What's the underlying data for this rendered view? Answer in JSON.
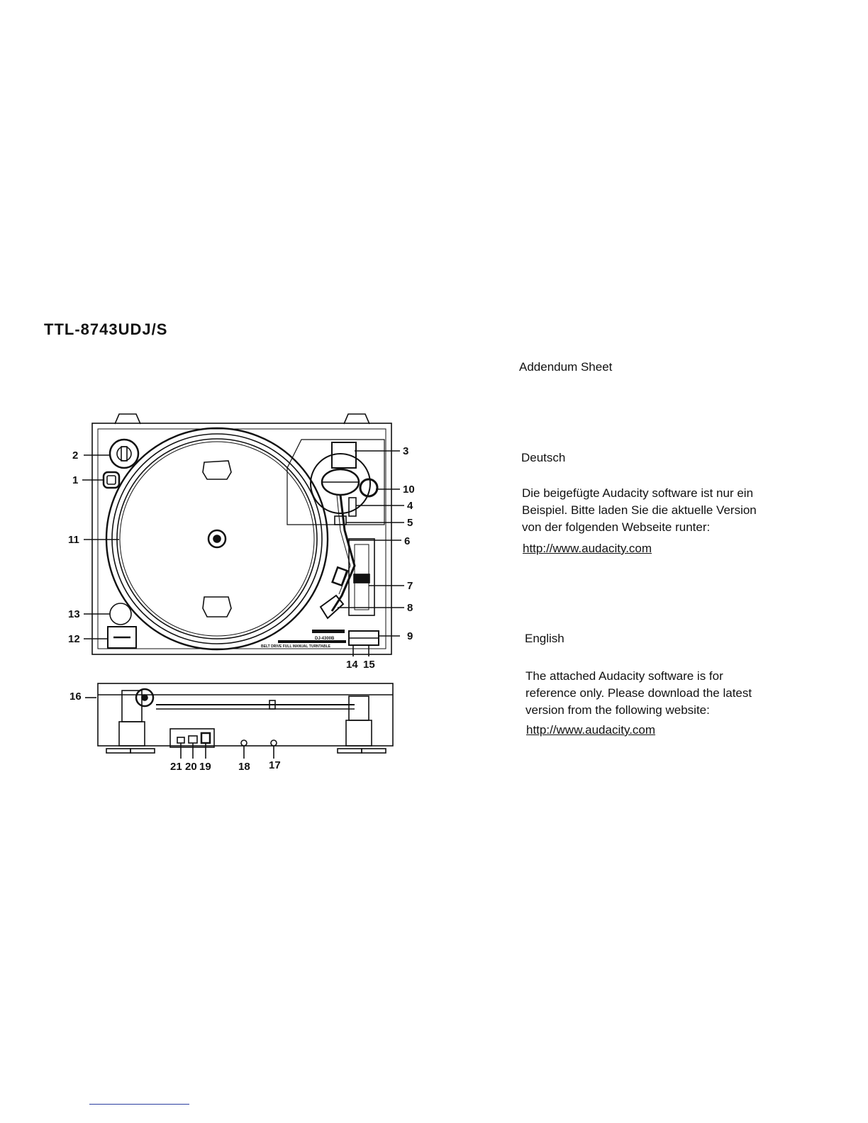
{
  "model_title": "TTL-8743UDJ/S",
  "addendum": {
    "heading": "Addendum Sheet",
    "sections": [
      {
        "language": "Deutsch",
        "lines": [
          "Die beigefügte Audacity software ist nur ein",
          "Beispiel. Bitte laden Sie die aktuelle Version",
          "von der folgenden Webseite runter:"
        ],
        "link": "http://www.audacity.com"
      },
      {
        "language": "English",
        "lines": [
          "The attached Audacity software is for",
          "reference only. Please download the latest",
          "version from the following website:"
        ],
        "link": "http://www.audacity.com"
      }
    ]
  },
  "diagram": {
    "top_view_callouts": [
      "1",
      "2",
      "3",
      "4",
      "5",
      "6",
      "7",
      "8",
      "9",
      "10",
      "11",
      "12",
      "13",
      "14",
      "15"
    ],
    "rear_view_callouts": [
      "16",
      "17",
      "18",
      "19",
      "20",
      "21"
    ],
    "printed_labels": {
      "model_badge": "DJ-4300B",
      "drive_text": "BELT DRIVE FULL MANUAL TURNTABLE"
    }
  }
}
